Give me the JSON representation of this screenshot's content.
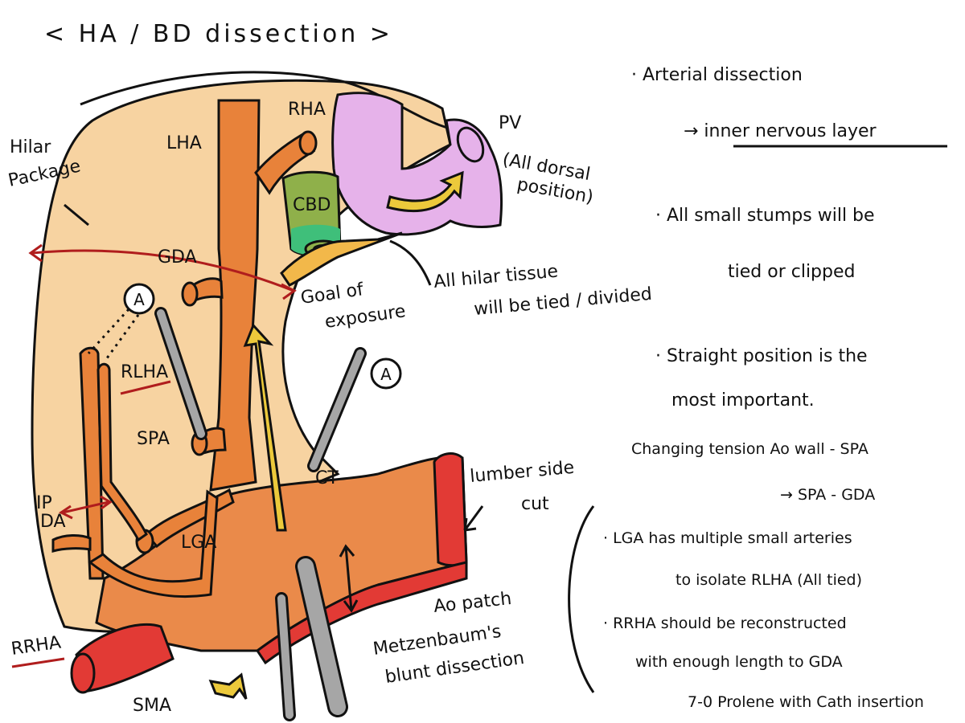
{
  "title": "< HA / BD dissection >",
  "colors": {
    "hilar": "#f7d3a1",
    "artery": "#e8823a",
    "aorta": "#ea8a4a",
    "aorta_wall": "#e23a35",
    "pv": "#e6b2ea",
    "cbd_top": "#8fb04a",
    "cbd_bottom": "#3fbf7a",
    "arrow_yellow": "#ecc93b",
    "red_line": "#b01d1d",
    "clamp": "#a6a6a6"
  },
  "labels": {
    "hilar_package": [
      "Hilar",
      "Package"
    ],
    "lha": "LHA",
    "rha": "RHA",
    "cbd": "CBD",
    "gda": "GDA",
    "pv_title": "PV",
    "pv_note": [
      "(All dorsal",
      "position)"
    ],
    "circle_a": "A",
    "rlha": "RLHA",
    "spa": "SPA",
    "ipda": [
      "IP",
      "DA"
    ],
    "lga": "LGA",
    "ct": "CT",
    "rrha": "RRHA",
    "sma": "SMA",
    "goal": [
      "Goal of",
      "exposure"
    ],
    "hilar_tissue": [
      "All hilar tissue",
      "will be tied / divided"
    ],
    "lumber": [
      "lumber side",
      "cut"
    ],
    "ao_patch": "Ao patch",
    "metzenbaum": [
      "Metzenbaum's",
      "blunt dissection"
    ]
  },
  "notes": {
    "n1": "· Arterial dissection",
    "n2": "→  inner nervous layer",
    "n3": "· All small stumps will be",
    "n4": "tied  or  clipped",
    "n5": "· Straight position is the",
    "n6": "most important.",
    "n7": "Changing tension  Ao wall - SPA",
    "n8": "→  SPA  -  GDA",
    "n9": "· LGA has multiple small arteries",
    "n10": "to isolate RLHA (All tied)",
    "n11": "· RRHA should be reconstructed",
    "n12": "with enough length to GDA",
    "n13": "7-0 Prolene with Cath insertion"
  }
}
